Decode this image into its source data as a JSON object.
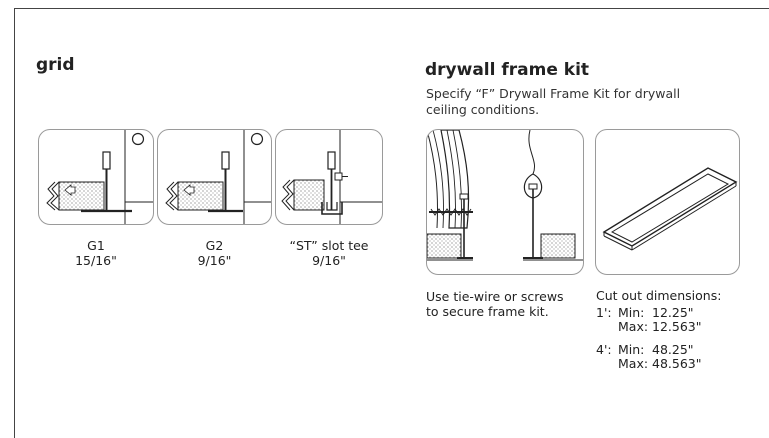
{
  "grid": {
    "title": "grid",
    "items": [
      {
        "name": "G1",
        "size": "15/16\""
      },
      {
        "name": "G2",
        "size": "9/16\""
      },
      {
        "name": "“ST” slot tee",
        "size": "9/16\""
      }
    ]
  },
  "drywall": {
    "title": "drywall frame kit",
    "description_line1": "Specify “F” Drywall Frame Kit for drywall",
    "description_line2": "ceiling conditions.",
    "note_line1": "Use tie-wire or screws",
    "note_line2": "to secure frame kit.",
    "cutout_title": "Cut out dimensions:",
    "one_foot": {
      "key": "1':",
      "min_label": "Min:",
      "min_value": "12.25\"",
      "max_label": "Max:",
      "max_value": "12.563\""
    },
    "four_foot": {
      "key": "4':",
      "min_label": "Min:",
      "min_value": "48.25\"",
      "max_label": "Max:",
      "max_value": "48.563\""
    }
  }
}
